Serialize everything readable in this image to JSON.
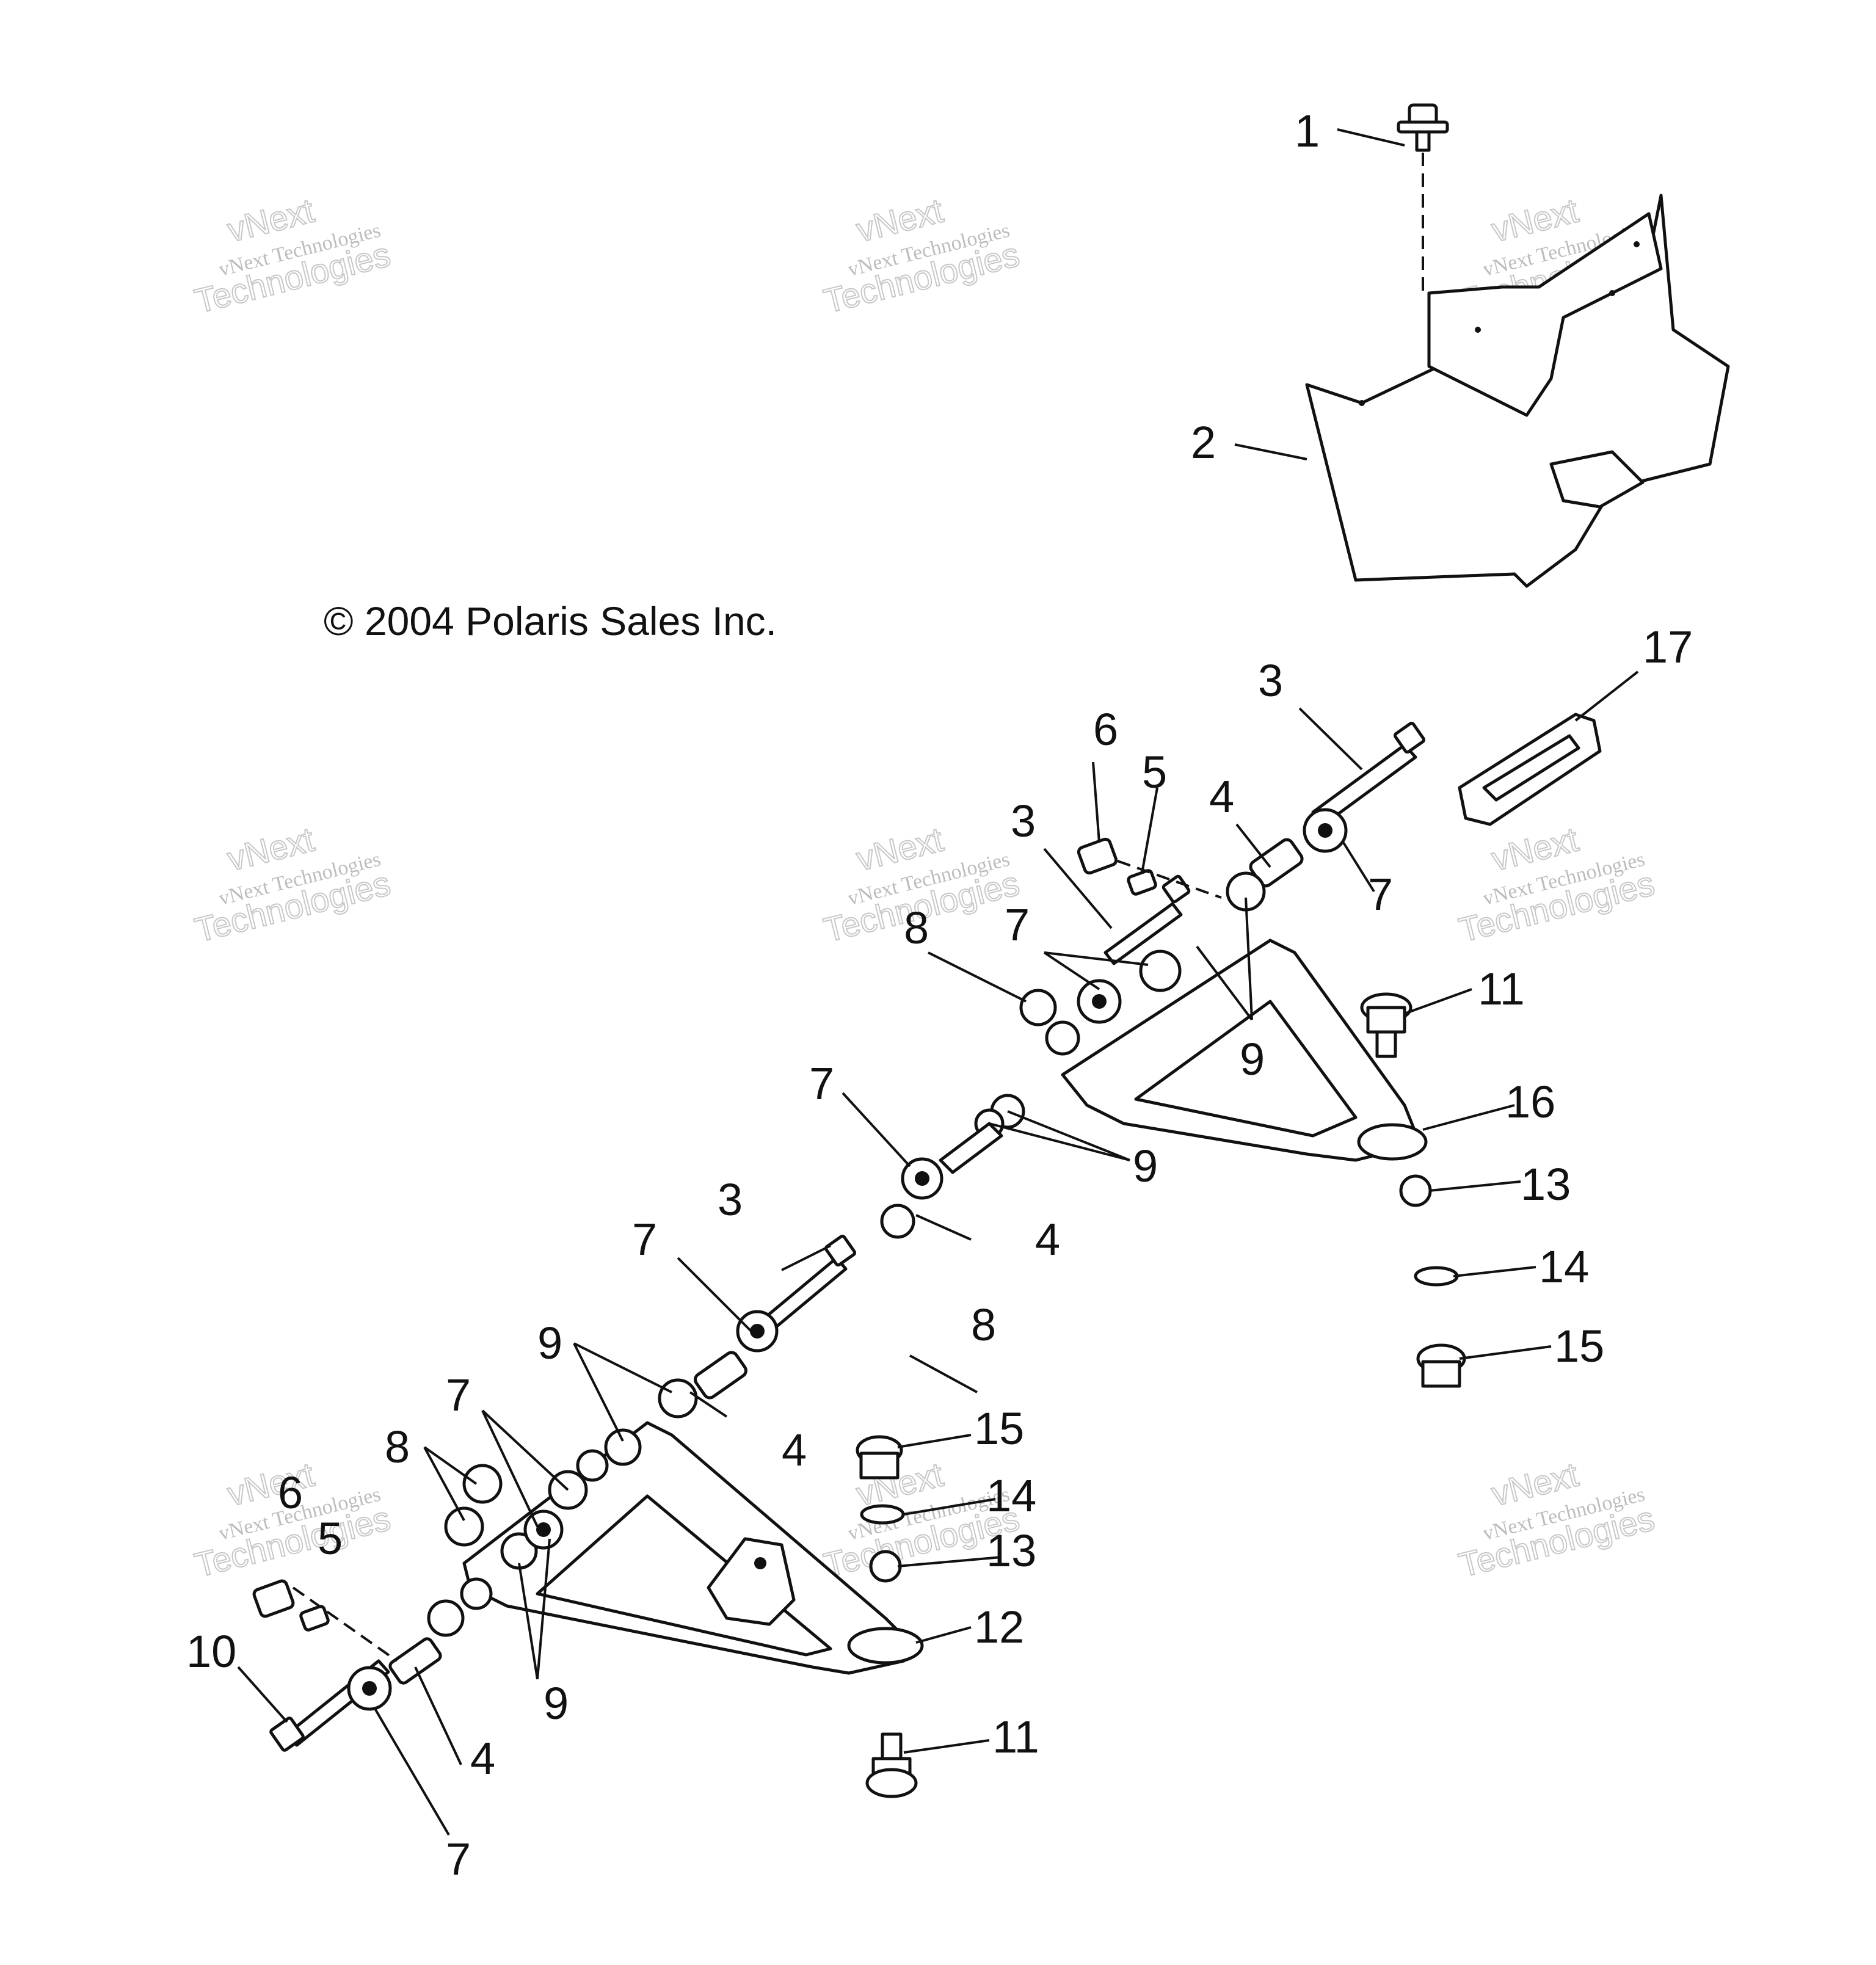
{
  "copyright": "© 2004 Polaris Sales Inc.",
  "watermark": {
    "line1": "vNext",
    "line2": "vNext Technologies",
    "line3": "Technologies"
  },
  "callouts": [
    "1",
    "2",
    "3",
    "17",
    "6",
    "5",
    "4",
    "3",
    "8",
    "7",
    "7",
    "11",
    "9",
    "16",
    "7",
    "9",
    "13",
    "3",
    "7",
    "4",
    "8",
    "14",
    "15",
    "9",
    "7",
    "8",
    "4",
    "15",
    "14",
    "6",
    "5",
    "13",
    "12",
    "10",
    "9",
    "11",
    "4",
    "7"
  ],
  "colors": {
    "line": "#111111",
    "watermark": "#bdbdbd",
    "background": "#ffffff"
  }
}
